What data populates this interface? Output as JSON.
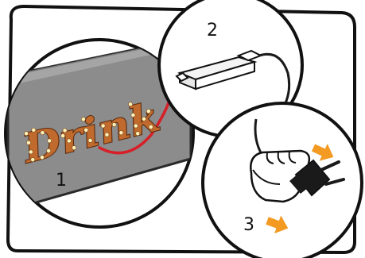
{
  "steps": [
    {
      "number": "1",
      "part": "marquee-sign"
    },
    {
      "number": "2",
      "part": "power-adapter"
    },
    {
      "number": "3",
      "part": "plug"
    }
  ],
  "sign": {
    "text": "Drink"
  },
  "colors": {
    "wall": "#8c8c8c",
    "sign_fill": "#c06a2d",
    "sign_outline": "#5a2a0e",
    "bulb": "#fff1b8",
    "wire_red": "#d61f26",
    "wire_black": "#1a1a1a",
    "arrow": "#f39a22",
    "plug": "#1a1a1a",
    "hand": "#ffffff"
  }
}
